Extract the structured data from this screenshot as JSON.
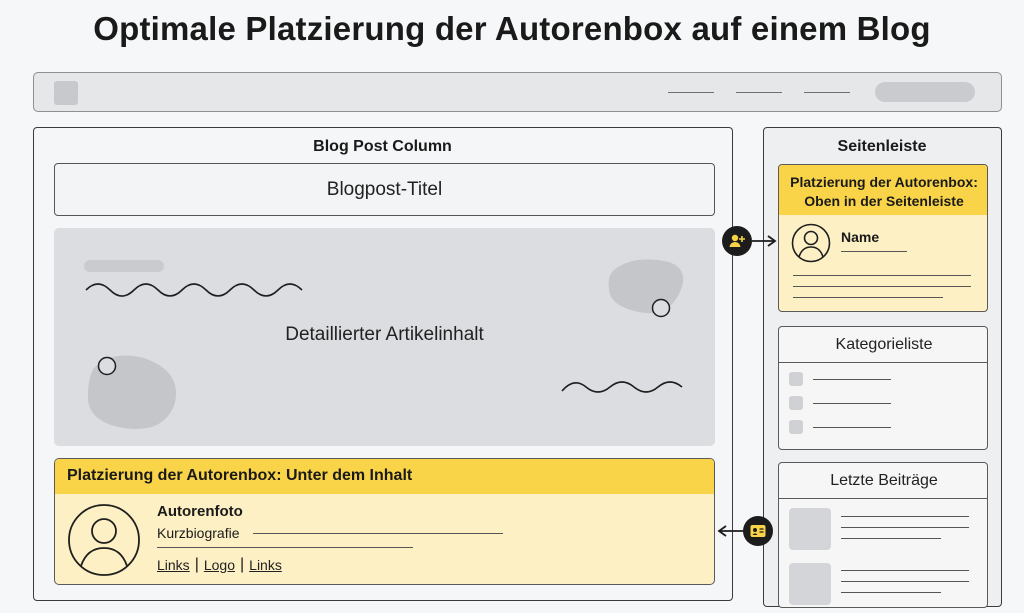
{
  "title": "Optimale Platzierung der Autorenbox auf einem Blog",
  "main_column": {
    "heading": "Blog Post Column",
    "post_title": "Blogpost-Titel",
    "article_label": "Detaillierter Artikelinhalt",
    "authorbox": {
      "heading": "Platzierung der Autorenbox: Unter dem Inhalt",
      "photo_label": "Autorenfoto",
      "bio_label": "Kurzbiografie",
      "links": [
        "Links",
        "Logo",
        "Links"
      ],
      "separator": "|"
    }
  },
  "sidebar": {
    "heading": "Seitenleiste",
    "authorbox": {
      "heading_line1": "Platzierung der Autorenbox:",
      "heading_line2": "Oben in der Seitenleiste",
      "name_label": "Name"
    },
    "category_widget": {
      "heading": "Kategorieliste"
    },
    "recent_widget": {
      "heading": "Letzte Beiträge"
    }
  },
  "colors": {
    "highlight": "#f9d448",
    "highlight_light": "#fdf0c4",
    "placeholder_gray": "#dcdde0"
  },
  "icons": {
    "top_arrow": "user-plus-icon",
    "bottom_arrow": "contact-card-icon",
    "avatar": "avatar-icon"
  }
}
